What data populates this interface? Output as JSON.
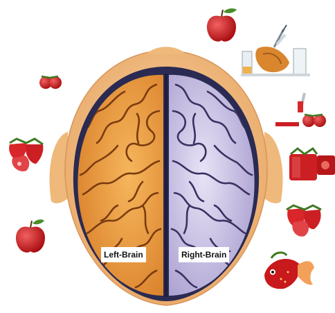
{
  "labels": {
    "left": "Left-Brain",
    "right": "Right-Brain"
  },
  "colors": {
    "left_hemisphere": "#f2a446",
    "right_hemisphere": "#cfc8e8",
    "head": "#f2c48e",
    "fruit_red": "#c8191c"
  },
  "items": [
    "apple",
    "tomatoes",
    "strawberries",
    "lab-beaker-chicken",
    "syringe-tomato",
    "square-tomato",
    "fish-strawberry"
  ]
}
